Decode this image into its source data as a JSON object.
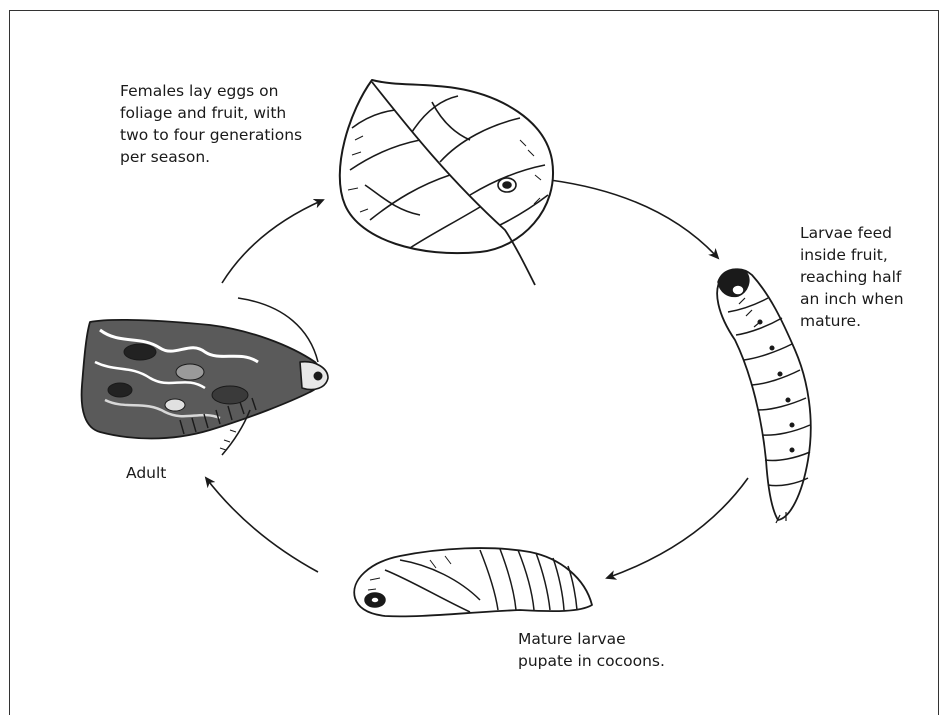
{
  "stages": {
    "eggs": {
      "label": "Females lay eggs on\nfoliage and fruit, with\ntwo to four generations\nper season.",
      "icon": "leaf-icon"
    },
    "larvae": {
      "label": "Larvae feed\ninside fruit,\nreaching half\nan inch when\nmature.",
      "icon": "larva-icon"
    },
    "pupa": {
      "label": "Mature larvae\npupate in cocoons.",
      "icon": "pupa-icon"
    },
    "adult": {
      "label": "Adult",
      "icon": "moth-icon"
    }
  },
  "colors": {
    "ink": "#1a1a1a",
    "frame": "#333333",
    "background": "#ffffff"
  }
}
